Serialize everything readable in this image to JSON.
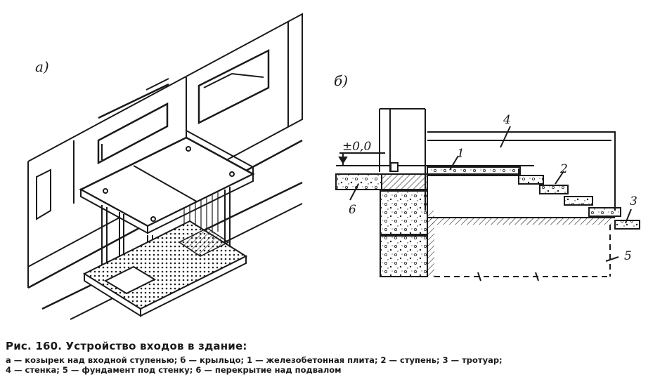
{
  "figure": {
    "panel_a_label": "а)",
    "panel_b_label": "б)",
    "level_mark": "±0,0",
    "callouts": [
      "1",
      "2",
      "3",
      "4",
      "5",
      "6"
    ]
  },
  "caption": {
    "title": "Рис. 160. Устройство входов в здание:",
    "legend_line1": "а — козырек над входной ступенью; б — крыльцо; 1 — железобетонная плита; 2 — ступень; 3 — тротуар;",
    "legend_line2": "4 — стенка; 5 — фундамент под стенку; 6 — перекрытие над подвалом"
  }
}
